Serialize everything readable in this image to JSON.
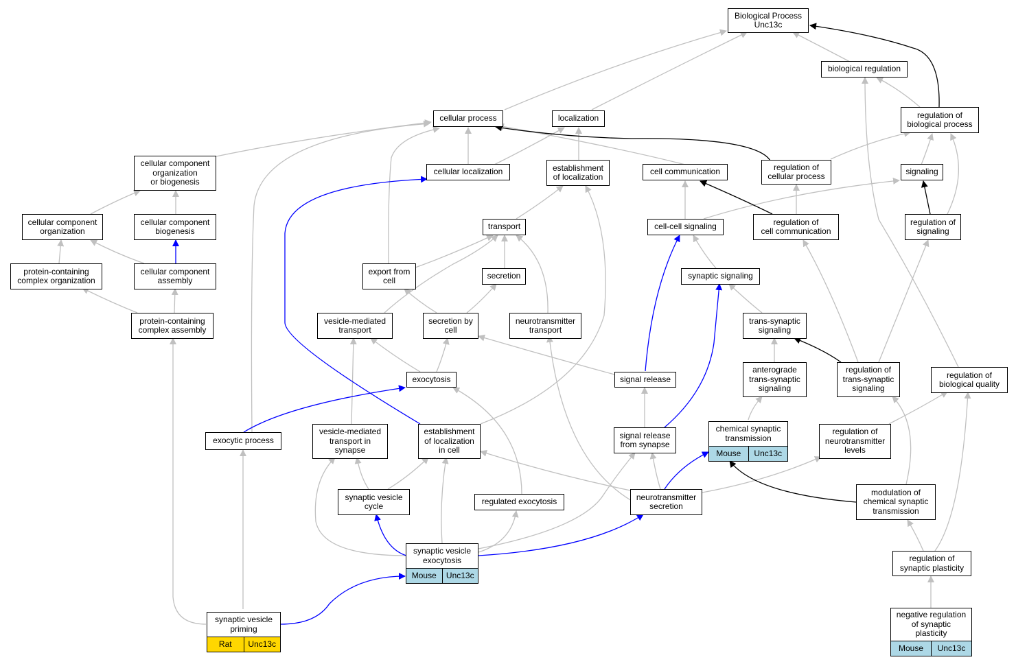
{
  "colors": {
    "is_a": "#c0c0c0",
    "part_of": "#0000ff",
    "regulates": "#000000",
    "mouse": "#add8e6",
    "rat": "#ffd700"
  },
  "nodes": {
    "biological_process": "Biological Process\nUnc13c",
    "biological_regulation": "biological regulation",
    "cellular_process": "cellular process",
    "localization": "localization",
    "regulation_of_biological_process": "regulation of\nbiological process",
    "cellular_component_org_or_biogenesis": "cellular component\norganization\nor biogenesis",
    "cellular_localization": "cellular localization",
    "establishment_of_localization": "establishment\nof localization",
    "cell_communication": "cell communication",
    "regulation_of_cellular_process": "regulation of\ncellular process",
    "signaling": "signaling",
    "cellular_component_organization": "cellular component\norganization",
    "cellular_component_biogenesis": "cellular component\nbiogenesis",
    "transport": "transport",
    "cell_cell_signaling": "cell-cell signaling",
    "regulation_of_cell_communication": "regulation of\ncell communication",
    "regulation_of_signaling": "regulation of\nsignaling",
    "protein_containing_complex_organization": "protein-containing\ncomplex organization",
    "cellular_component_assembly": "cellular component\nassembly",
    "export_from_cell": "export from\ncell",
    "secretion": "secretion",
    "synaptic_signaling": "synaptic signaling",
    "protein_containing_complex_assembly": "protein-containing\ncomplex assembly",
    "vesicle_mediated_transport": "vesicle-mediated\ntransport",
    "secretion_by_cell": "secretion by\ncell",
    "neurotransmitter_transport": "neurotransmitter\ntransport",
    "trans_synaptic_signaling": "trans-synaptic\nsignaling",
    "exocytosis": "exocytosis",
    "signal_release": "signal release",
    "anterograde_trans_synaptic_signaling": "anterograde\ntrans-synaptic\nsignaling",
    "regulation_of_trans_synaptic_signaling": "regulation of\ntrans-synaptic\nsignaling",
    "regulation_of_biological_quality": "regulation of\nbiological quality",
    "exocytic_process": "exocytic process",
    "vesicle_mediated_transport_in_synapse": "vesicle-mediated\ntransport in\nsynapse",
    "establishment_of_localization_in_cell": "establishment\nof localization\nin cell",
    "signal_release_from_synapse": "signal release\nfrom synapse",
    "chemical_synaptic_transmission": "chemical synaptic\ntransmission",
    "regulation_of_neurotransmitter_levels": "regulation of\nneurotransmitter\nlevels",
    "synaptic_vesicle_cycle": "synaptic vesicle\ncycle",
    "regulated_exocytosis": "regulated exocytosis",
    "neurotransmitter_secretion": "neurotransmitter\nsecretion",
    "modulation_of_chemical_synaptic_transmission": "modulation of\nchemical synaptic\ntransmission",
    "synaptic_vesicle_exocytosis": "synaptic vesicle\nexocytosis",
    "regulation_of_synaptic_plasticity": "regulation of\nsynaptic plasticity",
    "synaptic_vesicle_priming": "synaptic vesicle\npriming",
    "negative_regulation_of_synaptic_plasticity": "negative regulation\nof synaptic\nplasticity"
  },
  "annotations": {
    "chemical_synaptic_transmission": [
      "Mouse",
      "Unc13c"
    ],
    "synaptic_vesicle_exocytosis": [
      "Mouse",
      "Unc13c"
    ],
    "synaptic_vesicle_priming": [
      "Rat",
      "Unc13c"
    ],
    "negative_regulation_of_synaptic_plasticity": [
      "Mouse",
      "Unc13c"
    ]
  }
}
